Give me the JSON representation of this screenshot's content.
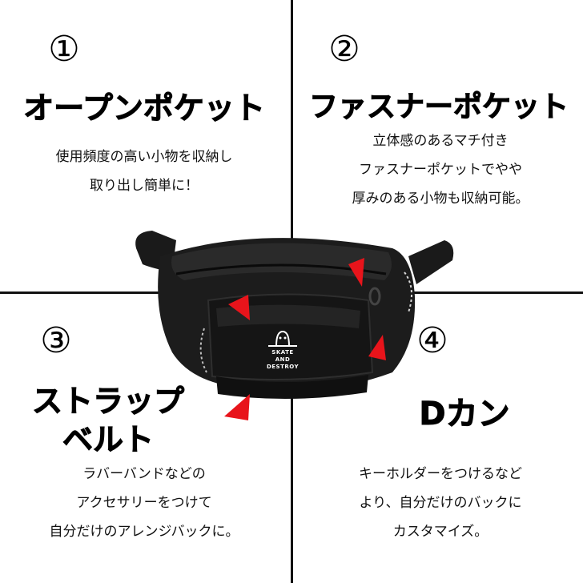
{
  "panels": [
    {
      "number": "①",
      "title": "オープンポケット",
      "description": [
        "使用頻度の高い小物を収納し",
        "取り出し簡単に！"
      ]
    },
    {
      "number": "②",
      "title": "ファスナーポケット",
      "description": [
        "立体感のあるマチ付き",
        "ファスナーポケットでやや",
        "厚みのある小物も収納可能。"
      ]
    },
    {
      "number": "③",
      "title_lines": [
        "ストラップ",
        "ベルト"
      ],
      "description": [
        "ラバーバンドなどの",
        "アクセサリーをつけて",
        "自分だけのアレンジバックに。"
      ]
    },
    {
      "number": "④",
      "title": "Dカン",
      "description": [
        "キーホルダーをつけるなど",
        "より、自分だけのバックに",
        "カスタマイズ。"
      ]
    }
  ],
  "product_logo": {
    "lines": [
      "SKATE",
      "AND",
      "DESTROY"
    ]
  },
  "colors": {
    "divider": "#111111",
    "bag": "#1a1a1a",
    "arrow": "#e8141b",
    "background": "#ffffff"
  }
}
